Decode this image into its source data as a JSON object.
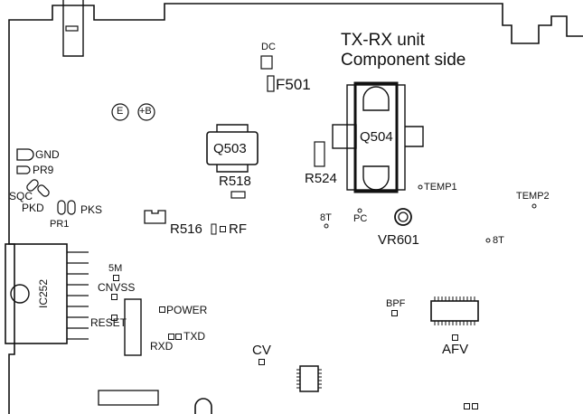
{
  "title": {
    "line1": "TX-RX unit",
    "line2": "Component side"
  },
  "labels": {
    "dc": "DC",
    "f501": "F501",
    "e": "E",
    "plus_b": "+B",
    "q503": "Q503",
    "q504": "Q504",
    "r518": "R518",
    "r524": "R524",
    "temp1": "TEMP1",
    "temp2": "TEMP2",
    "t8_left": "8T",
    "pc": "PC",
    "vr601": "VR601",
    "t8_right": "8T",
    "r516": "R516",
    "rf": "RF",
    "gnd": "GND",
    "pr9": "PR9",
    "sqc": "SQC",
    "pkd": "PKD",
    "pks": "PKS",
    "pr1": "PR1",
    "ic252": "IC252",
    "m5": "5M",
    "cnvss": "CNVSS",
    "reset": "RESET",
    "power": "POWER",
    "rxd": "RXD",
    "txd": "TXD",
    "cv": "CV",
    "bpf": "BPF",
    "afv": "AFV"
  }
}
